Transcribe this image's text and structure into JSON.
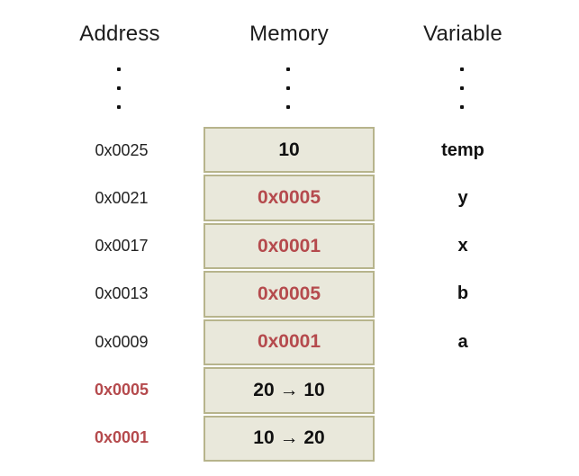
{
  "headers": {
    "address": "Address",
    "memory": "Memory",
    "variable": "Variable"
  },
  "colors": {
    "cell_background": "#e9e8db",
    "cell_border": "#b7b48c",
    "accent_red": "#b54a4d",
    "text_black": "#111111"
  },
  "rows": [
    {
      "address": "0x0025",
      "value": "10",
      "variable": "temp"
    },
    {
      "address": "0x0021",
      "value": "0x0005",
      "variable": "y"
    },
    {
      "address": "0x0017",
      "value": "0x0001",
      "variable": "x"
    },
    {
      "address": "0x0013",
      "value": "0x0005",
      "variable": "b"
    },
    {
      "address": "0x0009",
      "value": "0x0001",
      "variable": "a"
    },
    {
      "address": "0x0005",
      "value": "20 → 10",
      "variable": ""
    },
    {
      "address": "0x0001",
      "value": "10 → 20",
      "variable": ""
    }
  ]
}
